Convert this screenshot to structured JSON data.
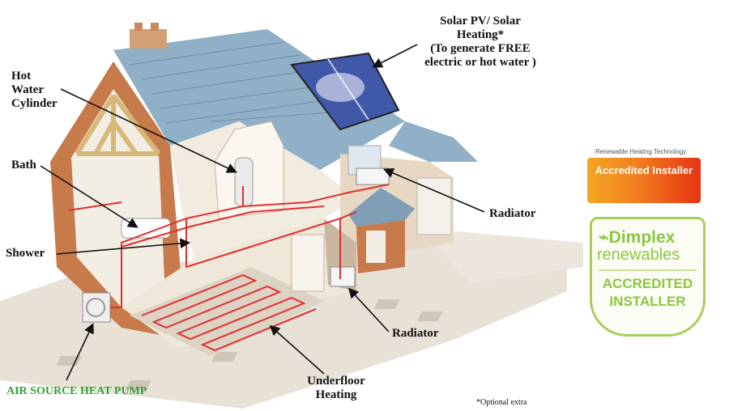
{
  "labels": {
    "solar_line1": "Solar PV/ Solar",
    "solar_line2": "Heating*",
    "solar_line3": "(To generate FREE",
    "solar_line4": "electric or hot water )",
    "hot_line1": "Hot",
    "hot_line2": "Water",
    "hot_line3": "Cylinder",
    "bath": "Bath",
    "shower": "Shower",
    "radiator_upper": "Radiator",
    "radiator_lower": "Radiator",
    "underfloor_line1": "Underfloor",
    "underfloor_line2": "Heating",
    "heat_pump": "AIR SOURCE HEAT PUMP",
    "optional_note": "*Optional extra"
  },
  "badges": {
    "technology_caption": "Renewable Heating Technology",
    "orange_badge_text": "Accredited Installer",
    "dimplex_brand": "Dimplex",
    "dimplex_sub": "renewables",
    "accredited_line1": "ACCREDITED",
    "accredited_line2": "INSTALLER"
  },
  "colors": {
    "pipe_red": "#e03030",
    "heat_pump_green": "#2fa22f",
    "badge_green": "#8cc63f",
    "roof_blue": "#8fb0c6",
    "brick": "#c77a4a"
  }
}
